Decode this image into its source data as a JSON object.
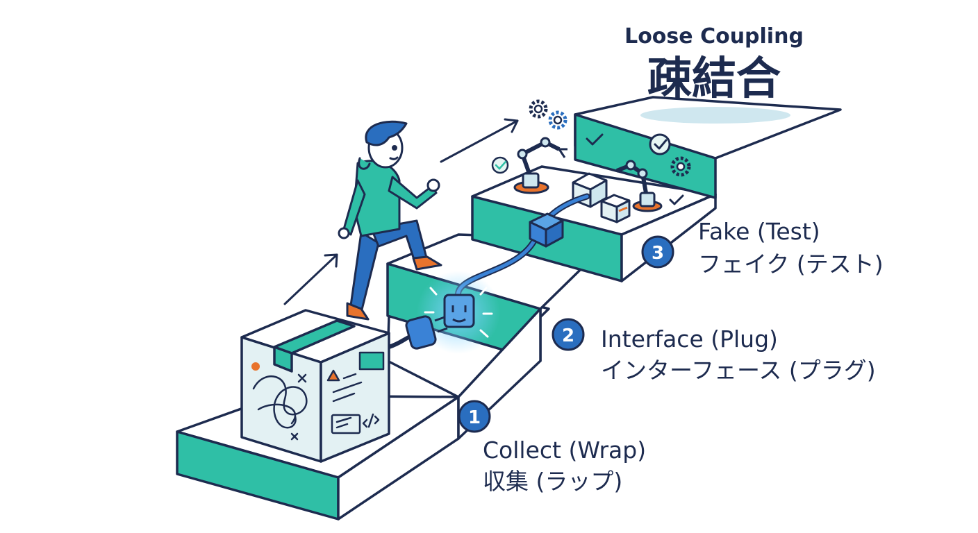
{
  "goal": {
    "title_en": "Loose Coupling",
    "title_ja": "疎結合"
  },
  "steps": [
    {
      "number": "1",
      "label_en": "Collect (Wrap)",
      "label_ja": "収集 (ラップ)"
    },
    {
      "number": "2",
      "label_en": "Interface (Plug)",
      "label_ja": "インターフェース (プラグ)"
    },
    {
      "number": "3",
      "label_en": "Fake (Test)",
      "label_ja": "フェイク (テスト)"
    }
  ],
  "colors": {
    "stroke": "#1d2b4f",
    "teal": "#2fbfa6",
    "teal_light": "#e6f5f3",
    "badge": "#2a6ebf",
    "plug_blue": "#3a82d6",
    "orange": "#e8732c",
    "box_fill": "#e3f1f3"
  },
  "icons": [
    "gear-icon",
    "check-icon",
    "robot-arm-icon",
    "cube-icon",
    "plug-icon",
    "socket-icon",
    "arrow-icon",
    "person-icon",
    "code-icon"
  ]
}
